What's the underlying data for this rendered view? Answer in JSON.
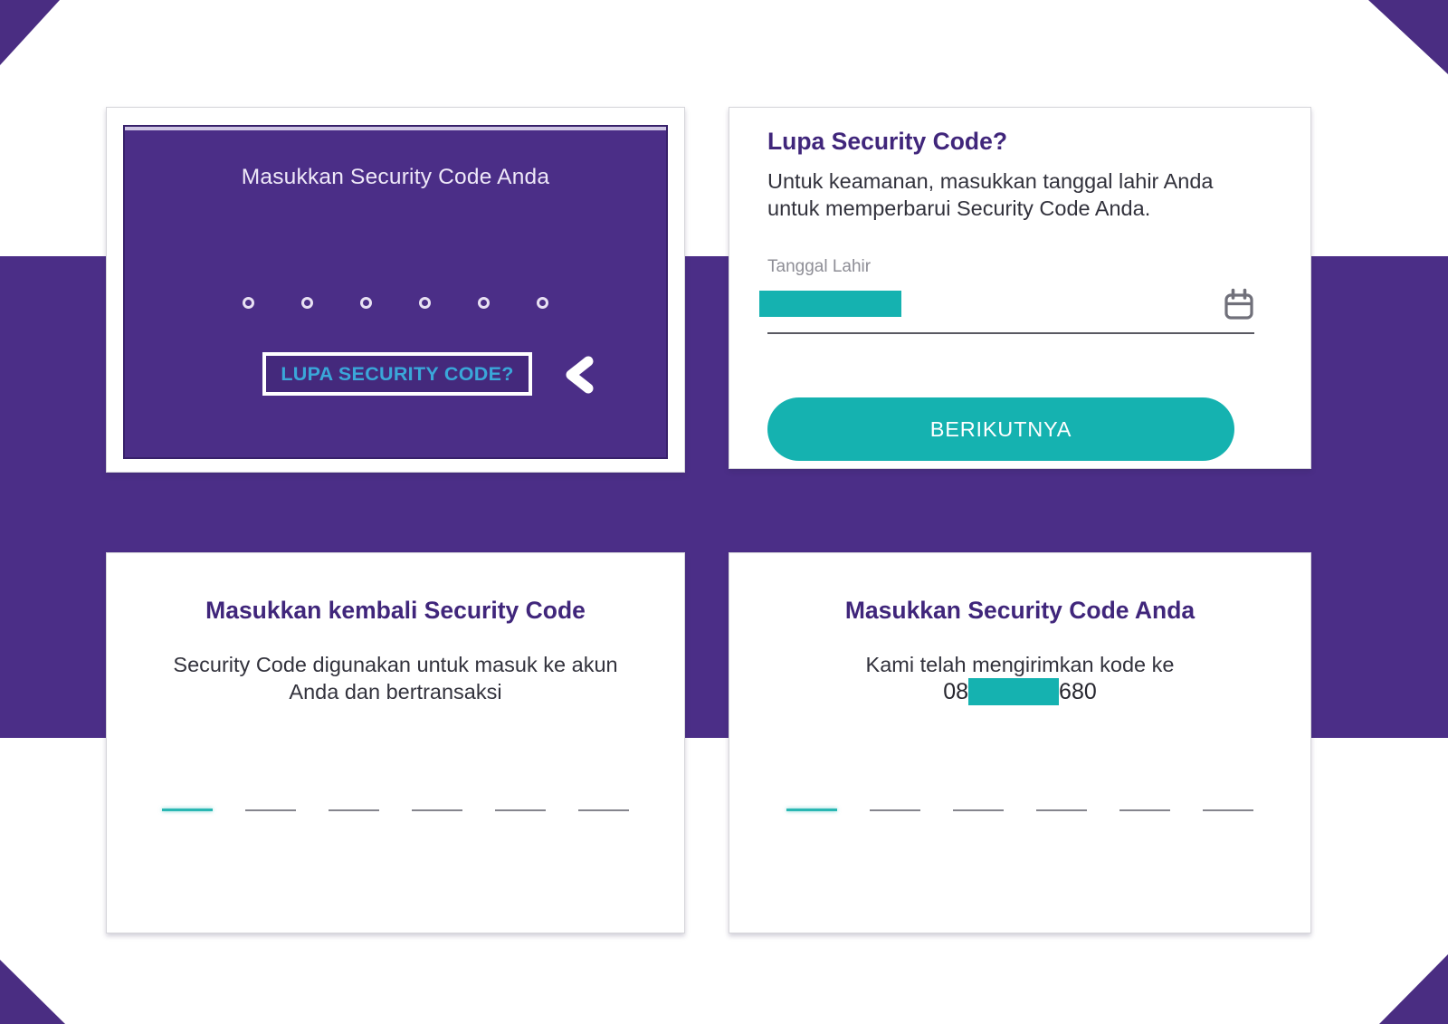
{
  "colors": {
    "brand_purple": "#4b2e87",
    "heading_purple": "#40267b",
    "teal_accent": "#15b2b0",
    "link_blue": "#3aa7d9"
  },
  "cards": {
    "pin": {
      "title": "Masukkan Security Code Anda",
      "dots_count": 6,
      "forgot_label": "LUPA SECURITY CODE?"
    },
    "forgot": {
      "title": "Lupa Security Code?",
      "body_lines": [
        "Untuk keamanan, masukkan tanggal lahir Anda",
        "untuk memperbarui Security Code Anda."
      ],
      "date_label": "Tanggal Lahir",
      "next_label": "BERIKUTNYA"
    },
    "reenter": {
      "title": "Masukkan kembali Security Code",
      "body_lines": [
        "Security Code digunakan untuk masuk ke akun",
        "Anda dan bertransaksi"
      ],
      "slots_count": 6
    },
    "otp": {
      "title": "Masukkan Security Code Anda",
      "subtitle": "Kami telah mengirimkan kode ke",
      "phone_prefix": "08",
      "phone_suffix": "680",
      "slots_count": 6
    }
  }
}
